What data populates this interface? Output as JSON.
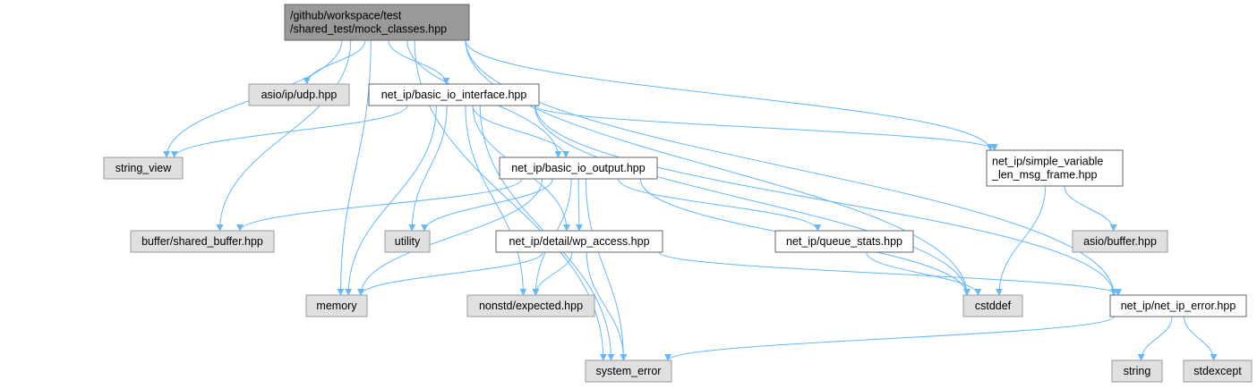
{
  "colors": {
    "edge": "#63b8ff",
    "root_fill": "#999999",
    "root_stroke": "#666666",
    "header_fill": "#ffffff",
    "header_stroke": "#666666",
    "sys_fill": "#e0e0e0",
    "sys_stroke": "#999999"
  },
  "nodes": [
    {
      "id": "mock",
      "kind": "root",
      "lines": [
        "/github/workspace/test",
        "/shared_test/mock_classes.hpp"
      ]
    },
    {
      "id": "udp",
      "kind": "system",
      "lines": [
        "asio/ip/udp.hpp"
      ]
    },
    {
      "id": "bii",
      "kind": "header",
      "lines": [
        "net_ip/basic_io_interface.hpp"
      ]
    },
    {
      "id": "sv",
      "kind": "system",
      "lines": [
        "string_view"
      ]
    },
    {
      "id": "bio",
      "kind": "header",
      "lines": [
        "net_ip/basic_io_output.hpp"
      ]
    },
    {
      "id": "svlmf",
      "kind": "header",
      "lines": [
        "net_ip/simple_variable",
        "_len_msg_frame.hpp"
      ]
    },
    {
      "id": "sbuf",
      "kind": "system",
      "lines": [
        "buffer/shared_buffer.hpp"
      ]
    },
    {
      "id": "util",
      "kind": "system",
      "lines": [
        "utility"
      ]
    },
    {
      "id": "wpa",
      "kind": "header",
      "lines": [
        "net_ip/detail/wp_access.hpp"
      ]
    },
    {
      "id": "qs",
      "kind": "header",
      "lines": [
        "net_ip/queue_stats.hpp"
      ]
    },
    {
      "id": "abuf",
      "kind": "system",
      "lines": [
        "asio/buffer.hpp"
      ]
    },
    {
      "id": "mem",
      "kind": "system",
      "lines": [
        "memory"
      ]
    },
    {
      "id": "nexp",
      "kind": "system",
      "lines": [
        "nonstd/expected.hpp"
      ]
    },
    {
      "id": "cstd",
      "kind": "system",
      "lines": [
        "cstddef"
      ]
    },
    {
      "id": "nie",
      "kind": "header",
      "lines": [
        "net_ip/net_ip_error.hpp"
      ]
    },
    {
      "id": "syserr",
      "kind": "system",
      "lines": [
        "system_error"
      ]
    },
    {
      "id": "str",
      "kind": "system",
      "lines": [
        "string"
      ]
    },
    {
      "id": "stdex",
      "kind": "system",
      "lines": [
        "stdexcept"
      ]
    }
  ],
  "edges": [
    [
      "mock",
      "udp"
    ],
    [
      "mock",
      "bii"
    ],
    [
      "mock",
      "bio"
    ],
    [
      "mock",
      "sv"
    ],
    [
      "mock",
      "sbuf"
    ],
    [
      "mock",
      "mem"
    ],
    [
      "mock",
      "syserr"
    ],
    [
      "mock",
      "svlmf"
    ],
    [
      "mock",
      "nie"
    ],
    [
      "mock",
      "cstd"
    ],
    [
      "bii",
      "sv"
    ],
    [
      "bii",
      "bio"
    ],
    [
      "bii",
      "svlmf"
    ],
    [
      "bii",
      "util"
    ],
    [
      "bii",
      "wpa"
    ],
    [
      "bii",
      "mem"
    ],
    [
      "bii",
      "nexp"
    ],
    [
      "bii",
      "cstd"
    ],
    [
      "bii",
      "nie"
    ],
    [
      "bii",
      "syserr"
    ],
    [
      "bio",
      "sbuf"
    ],
    [
      "bio",
      "util"
    ],
    [
      "bio",
      "wpa"
    ],
    [
      "bio",
      "qs"
    ],
    [
      "bio",
      "mem"
    ],
    [
      "bio",
      "nexp"
    ],
    [
      "bio",
      "cstd"
    ],
    [
      "bio",
      "syserr"
    ],
    [
      "svlmf",
      "abuf"
    ],
    [
      "svlmf",
      "cstd"
    ],
    [
      "wpa",
      "mem"
    ],
    [
      "wpa",
      "nexp"
    ],
    [
      "wpa",
      "syserr"
    ],
    [
      "wpa",
      "nie"
    ],
    [
      "qs",
      "cstd"
    ],
    [
      "nie",
      "syserr"
    ],
    [
      "nie",
      "str"
    ],
    [
      "nie",
      "stdex"
    ]
  ]
}
